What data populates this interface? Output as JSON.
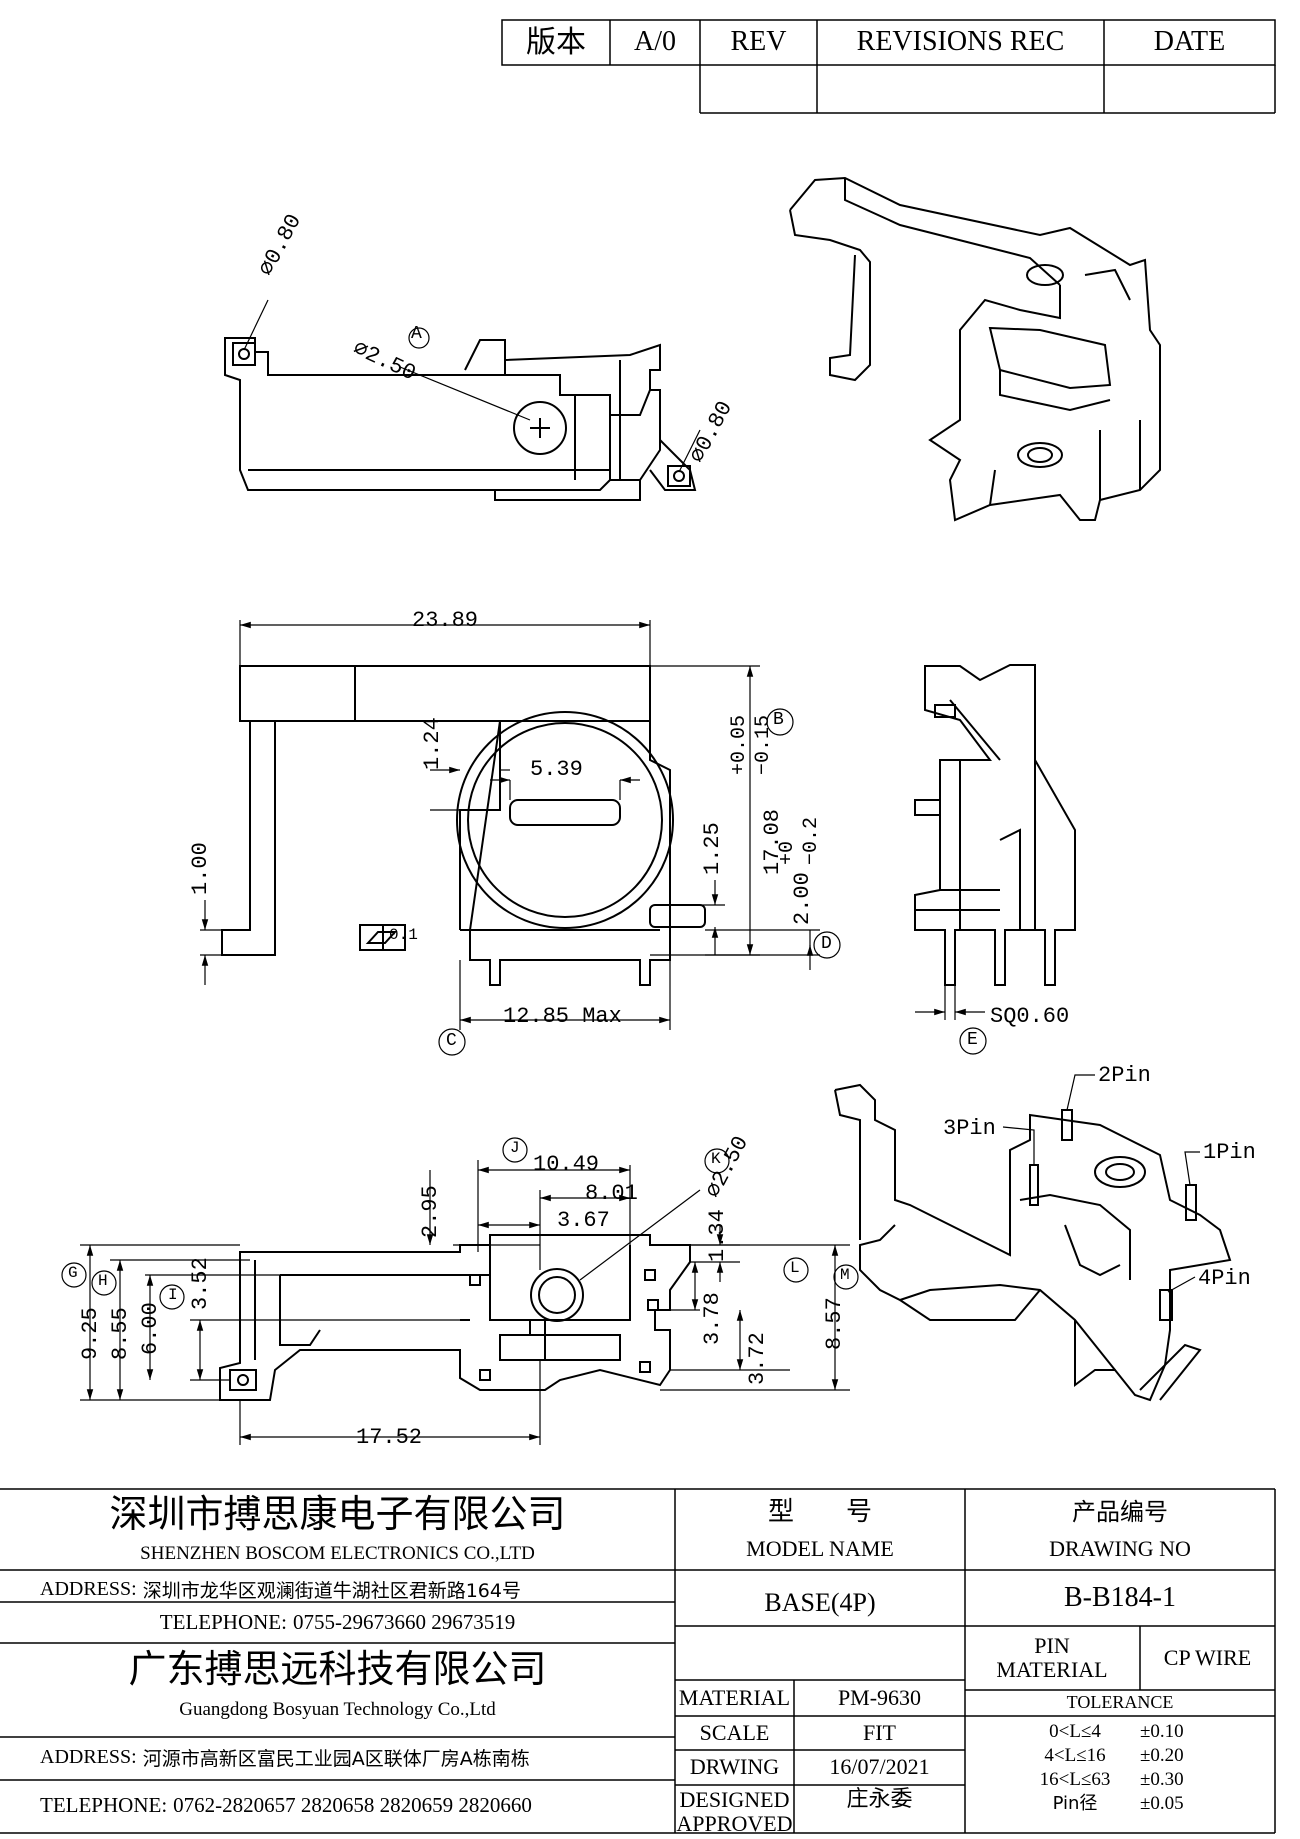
{
  "revision_block": {
    "version_label": "版本",
    "version_value": "A/0",
    "rev_header": "REV",
    "revisions_header": "REVISIONS REC",
    "date_header": "DATE"
  },
  "dimensions": {
    "top_view": {
      "hole_dia_left": "⌀0.80",
      "hole_dia_right": "⌀0.80",
      "hole_dia_center": "⌀2.50",
      "datum_a": "A"
    },
    "front_view": {
      "overall_width": "23.89",
      "v_1_24": "1.24",
      "h_5_39": "5.39",
      "v_1_00": "1.00",
      "v_1_25": "1.25",
      "height": "17.08",
      "height_tol_upper": "+0.05",
      "height_tol_lower": "−0.15",
      "pin_len": "2.00",
      "pin_tol_upper": "+0",
      "pin_tol_lower": "−0.2",
      "flatness_value": "0.1",
      "width_max": "12.85 Max",
      "datum_b": "B",
      "datum_c": "C",
      "datum_d": "D"
    },
    "side_view": {
      "pin_sq": "SQ0.60",
      "datum_e": "E"
    },
    "bottom_view": {
      "h_10_49": "10.49",
      "h_8_01": "8.01",
      "h_3_67": "3.67",
      "v_2_95": "2.95",
      "hole_dia": "⌀2.50",
      "v_9_25": "9.25",
      "v_8_55": "8.55",
      "v_6_00": "6.00",
      "v_3_52": "3.52",
      "v_1_34": "1.34",
      "v_3_78": "3.78",
      "v_3_72": "3.72",
      "v_8_57": "8.57",
      "h_17_52": "17.52",
      "datum_g": "G",
      "datum_h": "H",
      "datum_i": "I",
      "datum_j": "J",
      "datum_k": "K",
      "datum_l": "L",
      "datum_m": "M"
    },
    "iso_pins": {
      "pin1": "1Pin",
      "pin2": "2Pin",
      "pin3": "3Pin",
      "pin4": "4Pin"
    }
  },
  "title_block": {
    "company_cn": "深圳市搏思康电子有限公司",
    "company_en": "SHENZHEN BOSCOM ELECTRONICS CO.,LTD",
    "address1_label": "ADDRESS:",
    "address1": "深圳市龙华区观澜街道牛湖社区君新路164号",
    "telephone1_label": "TELEPHONE:",
    "telephone1": "0755-29673660 29673519",
    "company2_cn": "广东搏思远科技有限公司",
    "company2_en": "Guangdong Bosyuan Technology Co.,Ltd",
    "address2_label": "ADDRESS:",
    "address2": "河源市高新区富民工业园A区联体厂房A栋南栋",
    "telephone2_label": "TELEPHONE:",
    "telephone2": "0762-2820657 2820658 2820659 2820660",
    "model_label_cn": "型　　号",
    "model_label_en": "MODEL NAME",
    "model_value": "BASE(4P)",
    "drawing_no_label_cn": "产品编号",
    "drawing_no_label_en": "DRAWING NO",
    "drawing_no_value": "B-B184-1",
    "material_label": "MATERIAL",
    "material_value": "PM-9630",
    "pin_material_label": "PIN MATERIAL",
    "pin_material_value": "CP WIRE",
    "scale_label": "SCALE",
    "scale_value": "FIT",
    "drawing_label": "DRWING",
    "drawing_date": "16/07/2021",
    "designed_label": "DESIGNED",
    "designed_value": "庄永委",
    "approved_label": "APPROVED",
    "approved_value": "",
    "tolerance_header": "TOLERANCE",
    "tolerance_rows": [
      {
        "range": "0<L≤4",
        "value": "±0.10"
      },
      {
        "range": "4<L≤16",
        "value": "±0.20"
      },
      {
        "range": "16<L≤63",
        "value": "±0.30"
      },
      {
        "range": "Pin径",
        "value": "±0.05"
      }
    ]
  }
}
